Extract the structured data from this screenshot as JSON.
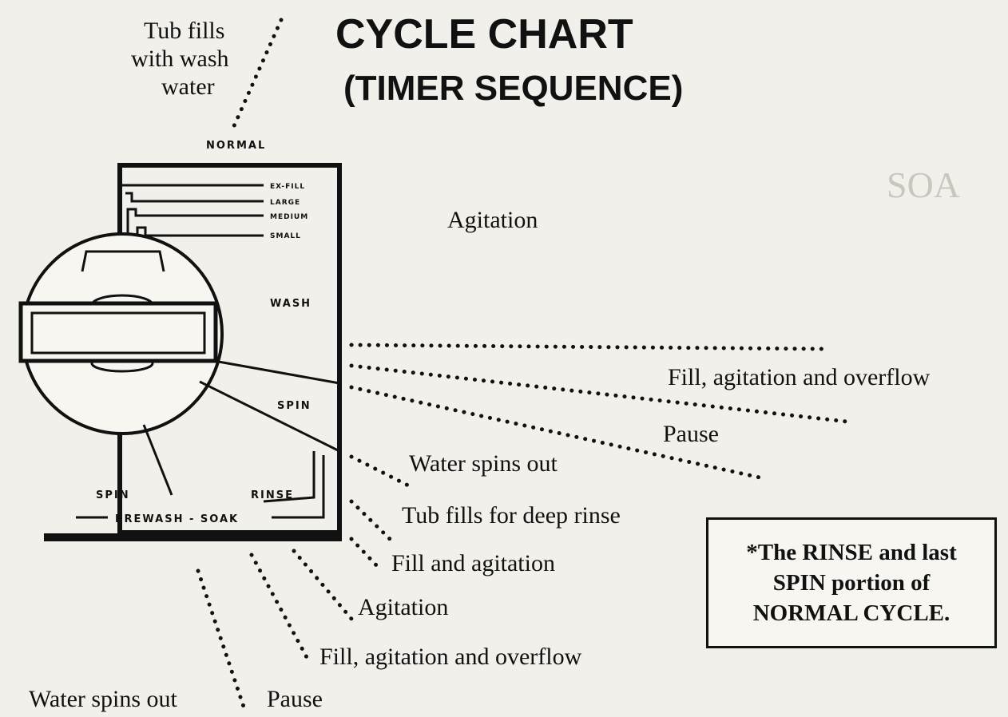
{
  "title": {
    "line1": "CYCLE CHART",
    "line2": "(TIMER SEQUENCE)"
  },
  "dial": {
    "normal": "NORMAL",
    "load_sizes": [
      "EX-FILL",
      "LARGE",
      "MEDIUM",
      "SMALL"
    ],
    "wash": "WASH",
    "spin_upper": "SPIN",
    "spin_lower": "SPIN",
    "rinse": "RINSE",
    "prewash_soak": "PREWASH - SOAK"
  },
  "callouts": {
    "tub_fills": [
      "Tub fills",
      "with wash",
      "water"
    ],
    "agitation_top": "Agitation",
    "fill_agitation_overflow_top": "Fill, agitation and overflow",
    "pause_top": "Pause",
    "water_spins_out_mid": "Water spins out",
    "tub_fills_deep_rinse": "Tub fills for deep rinse",
    "fill_and_agitation": "Fill and agitation",
    "agitation_bottom": "Agitation",
    "fill_agitation_overflow_bottom": "Fill, agitation and overflow",
    "water_spins_out_bottom": "Water spins out",
    "pause_bottom": "Pause"
  },
  "note": [
    "*The RINSE and last",
    "SPIN portion of",
    "NORMAL CYCLE."
  ],
  "colors": {
    "ink": "#111111",
    "paper": "#f2f0ea"
  }
}
